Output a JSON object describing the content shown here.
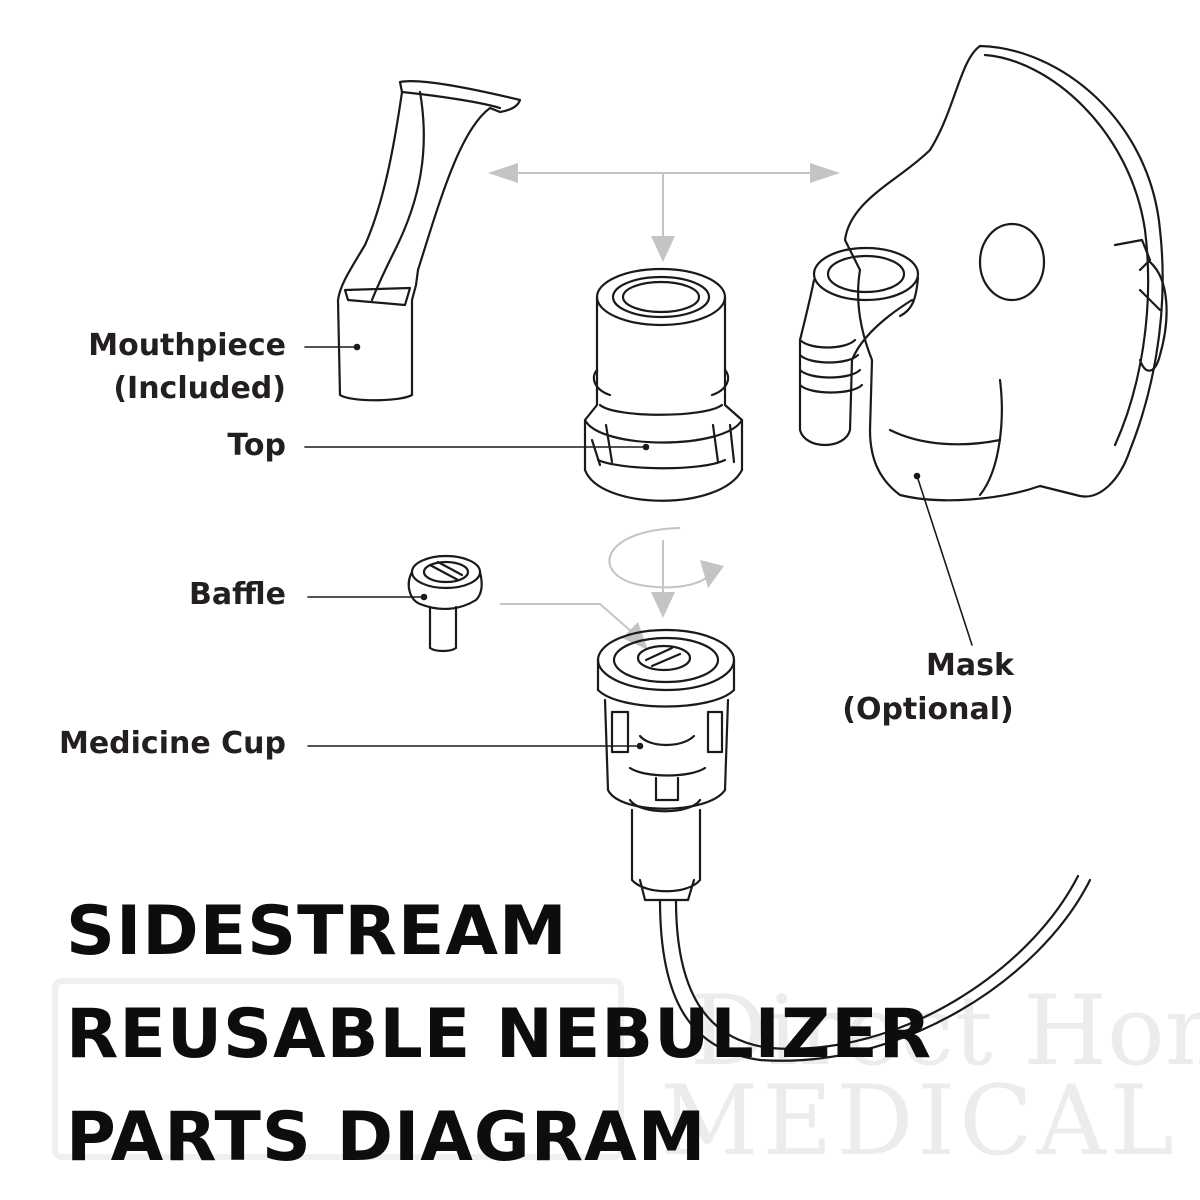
{
  "title": {
    "line1": "SIDESTREAM",
    "line2": "REUSABLE NEBULIZER",
    "line3": "PARTS DIAGRAM"
  },
  "labels": {
    "mouthpiece": "Mouthpiece",
    "mouthpiece_note": "(Included)",
    "top": "Top",
    "baffle": "Baffle",
    "medicine_cup": "Medicine Cup",
    "mask": "Mask",
    "mask_note": "(Optional)"
  },
  "watermark": {
    "line1": "Direct Home",
    "line2": "MEDICAL"
  },
  "colors": {
    "text": "#231f20",
    "line_art": "#1a1a1a",
    "arrow": "#bcbcbc",
    "watermark": "#ececec"
  }
}
